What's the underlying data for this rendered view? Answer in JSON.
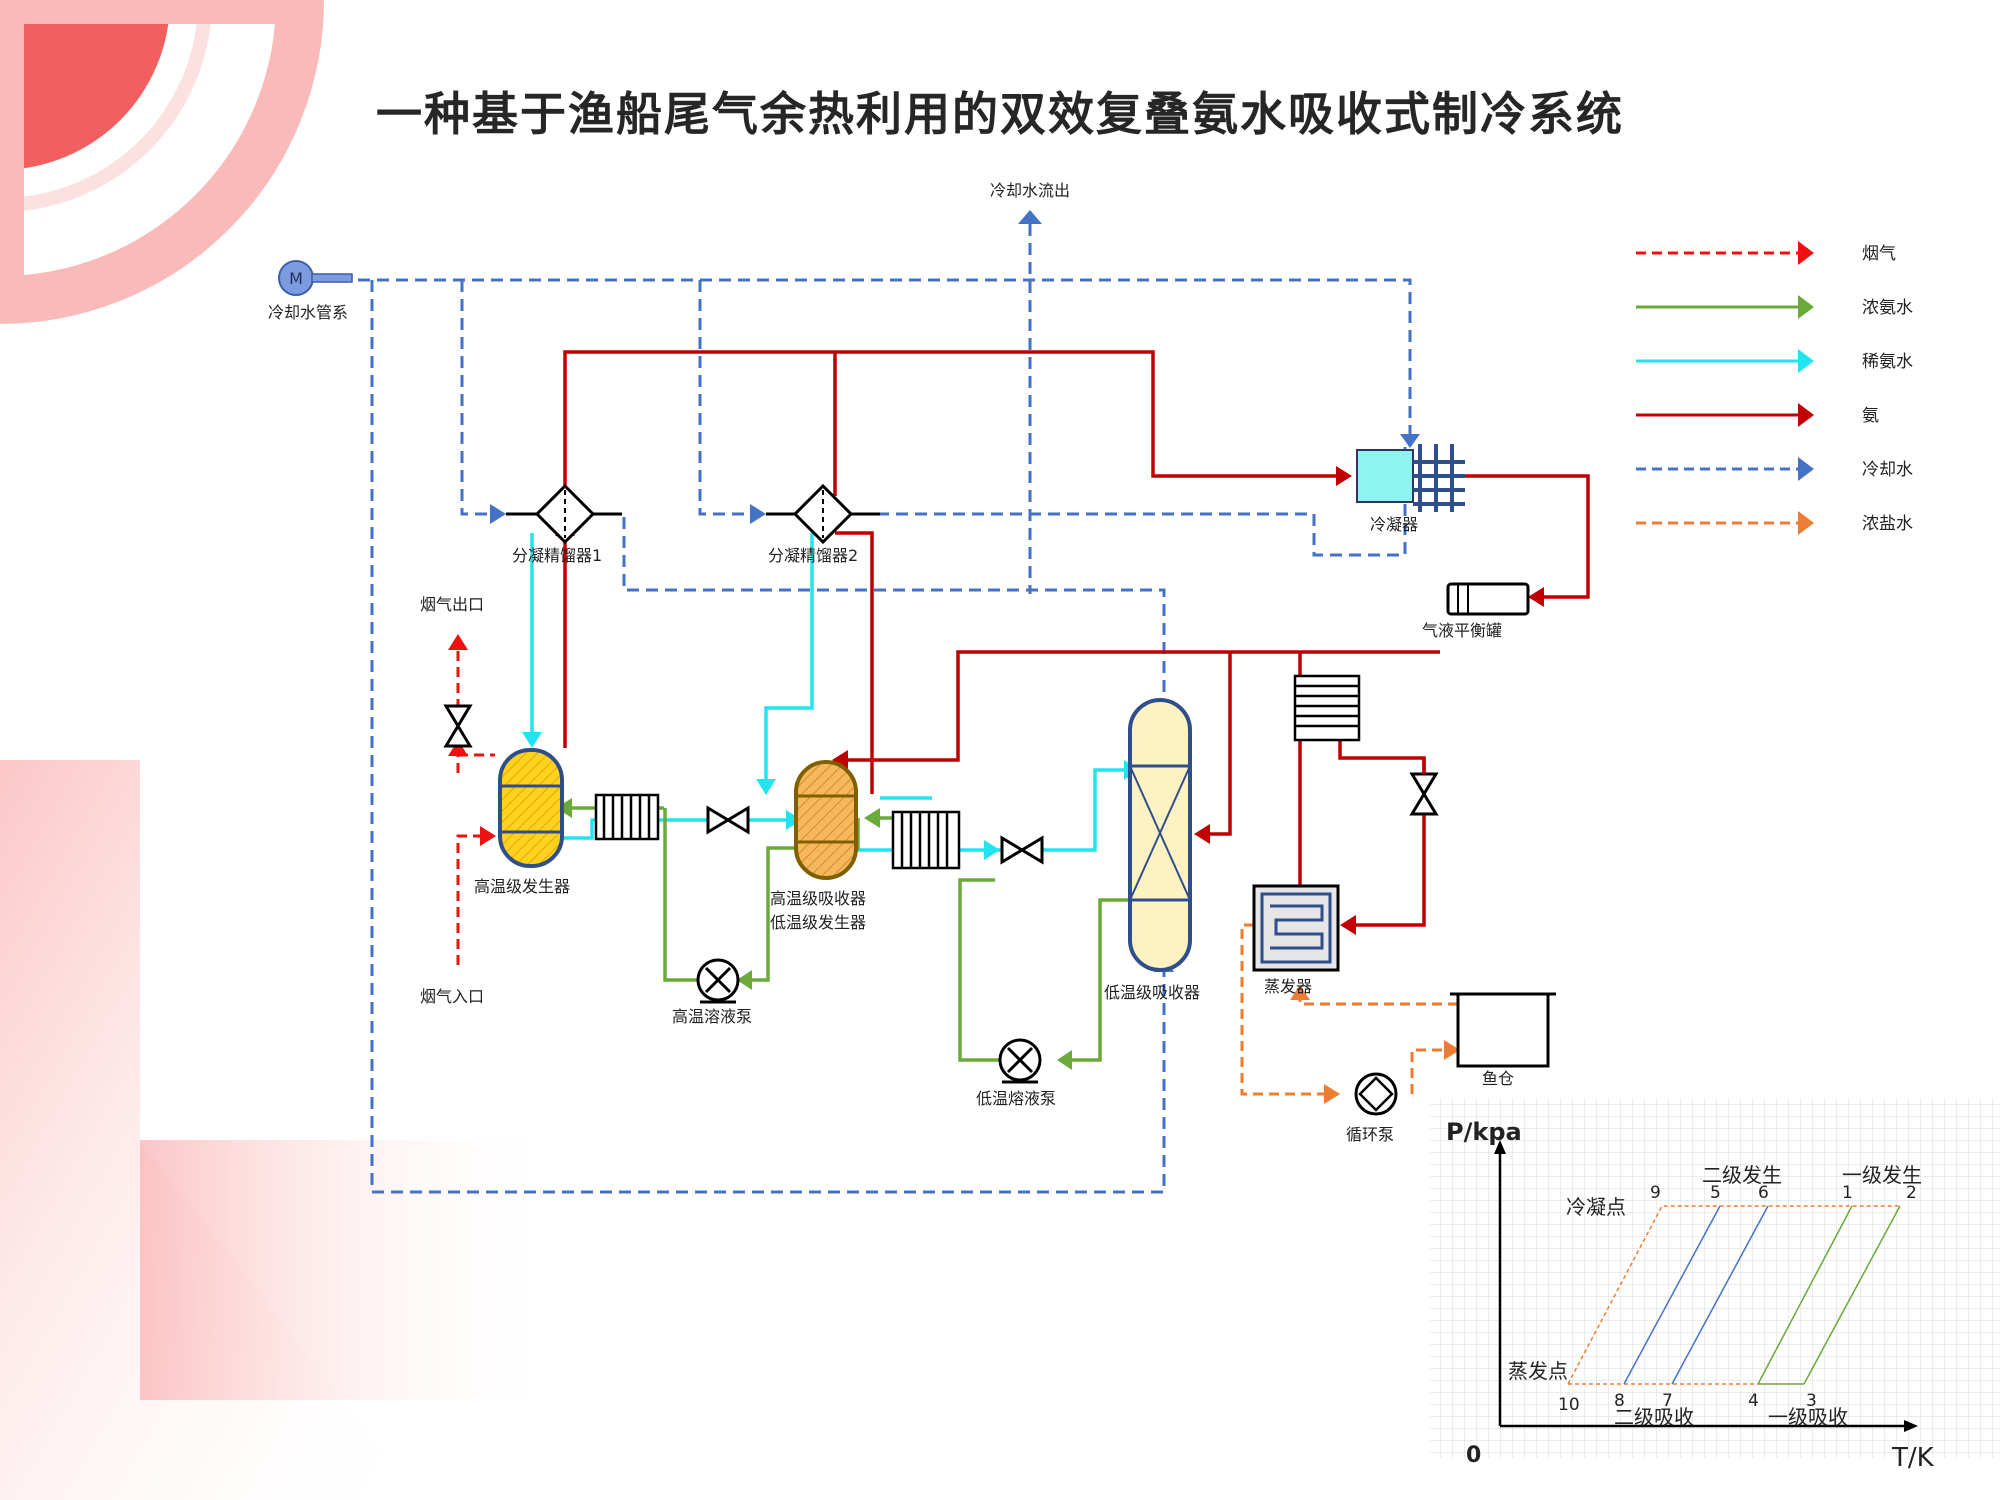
{
  "title": "一种基于渔船尾气余热利用的双效复叠氨水吸收式制冷系统",
  "labels": {
    "cooling_system": "冷却水管系",
    "cooling_out": "冷却水流出",
    "dephlegmator1": "分凝精馏器1",
    "dephlegmator2": "分凝精馏器2",
    "condenser": "冷凝器",
    "balance_tank": "气液平衡罐",
    "exhaust_out": "烟气出口",
    "exhaust_in": "烟气入口",
    "ht_generator": "高温级发生器",
    "ht_absorber_l1": "高温级吸收器",
    "ht_absorber_l2": "低温级发生器",
    "lt_absorber": "低温级吸收器",
    "ht_pump": "高温溶液泵",
    "lt_pump": "低温熔液泵",
    "evaporator": "蒸发器",
    "fish_hold": "鱼仓",
    "circ_pump": "循环泵",
    "motor": "M"
  },
  "legend": [
    {
      "label": "烟气",
      "color": "#ee1111",
      "dashed": true
    },
    {
      "label": "浓氨水",
      "color": "#6aaa3a",
      "dashed": false
    },
    {
      "label": "稀氨水",
      "color": "#22e4f0",
      "dashed": false
    },
    {
      "label": "氨",
      "color": "#c00000",
      "dashed": false
    },
    {
      "label": "冷却水",
      "color": "#4472c4",
      "dashed": true
    },
    {
      "label": "浓盐水",
      "color": "#ed7d31",
      "dashed": true
    }
  ],
  "pt_diagram": {
    "ylabel": "P/kpa",
    "xlabel": "T/K",
    "origin": "0",
    "cond_label": "冷凝点",
    "evap_label": "蒸发点",
    "gen2_label": "二级发生",
    "gen1_label": "一级发生",
    "abs2_label": "二级吸收",
    "abs1_label": "一级吸收",
    "points": [
      "1",
      "2",
      "3",
      "4",
      "5",
      "6",
      "7",
      "8",
      "9",
      "10"
    ]
  }
}
